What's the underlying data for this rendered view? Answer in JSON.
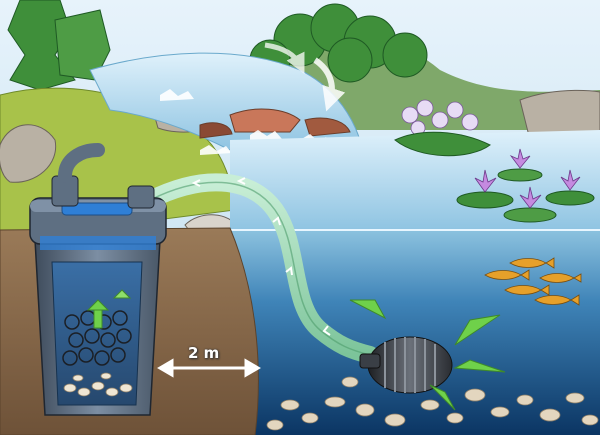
{
  "diagram": {
    "distance_label": "2 m"
  },
  "colors": {
    "sky": "#cfe8f5",
    "pond_surface": "#7fb6d6",
    "pond_deep": "#0d3f6e",
    "soil": "#8a6a4a",
    "grass": "#a8c24a",
    "foliage": "#3f8f3a",
    "filter_body": "#5e6f82",
    "filter_accent": "#2f7fd6",
    "hose": "#8fd0a8",
    "flow_arrow": "#6fd14a",
    "fish": "#e6a02a",
    "lily_pink": "#c58ae0"
  },
  "icons": [
    "filter-unit",
    "pump-unit",
    "hose",
    "flow-arrow",
    "fish",
    "water-lily",
    "waterfall",
    "rock"
  ]
}
